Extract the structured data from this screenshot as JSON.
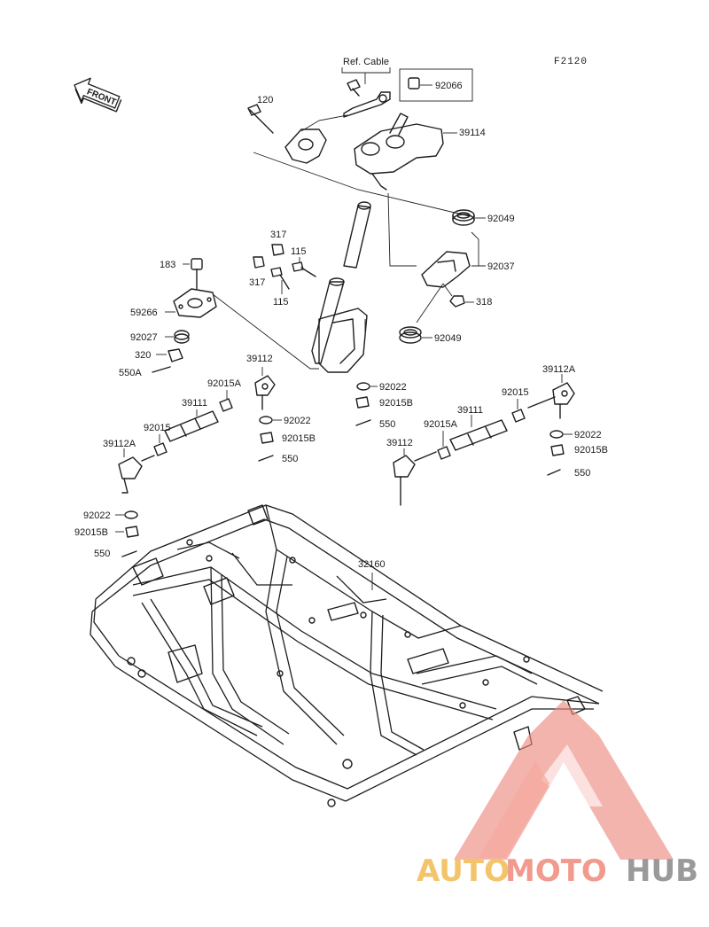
{
  "figure_number": "F2120",
  "front_label": "FRONT",
  "ref_note": "Ref. Cable",
  "parts": [
    {
      "id": "p-92066",
      "text": "92066"
    },
    {
      "id": "p-39114",
      "text": "39114"
    },
    {
      "id": "p-120",
      "text": "120"
    },
    {
      "id": "p-92049a",
      "text": "92049"
    },
    {
      "id": "p-92037",
      "text": "92037"
    },
    {
      "id": "p-318",
      "text": "318"
    },
    {
      "id": "p-92049b",
      "text": "92049"
    },
    {
      "id": "p-317a",
      "text": "317"
    },
    {
      "id": "p-115a",
      "text": "115"
    },
    {
      "id": "p-317b",
      "text": "317"
    },
    {
      "id": "p-115b",
      "text": "115"
    },
    {
      "id": "p-183",
      "text": "183"
    },
    {
      "id": "p-59266",
      "text": "59266"
    },
    {
      "id": "p-92027",
      "text": "92027"
    },
    {
      "id": "p-320",
      "text": "320"
    },
    {
      "id": "p-550a",
      "text": "550A"
    },
    {
      "id": "p-39112a",
      "text": "39112"
    },
    {
      "id": "p-92015a1",
      "text": "92015A"
    },
    {
      "id": "p-39111a",
      "text": "39111"
    },
    {
      "id": "p-92015x",
      "text": "92015"
    },
    {
      "id": "p-39112Aa",
      "text": "39112A"
    },
    {
      "id": "p-92022a",
      "text": "92022"
    },
    {
      "id": "p-92015Ba",
      "text": "92015B"
    },
    {
      "id": "p-550b",
      "text": "550"
    },
    {
      "id": "p-92022b",
      "text": "92022"
    },
    {
      "id": "p-92015Bb",
      "text": "92015B"
    },
    {
      "id": "p-550c",
      "text": "550"
    },
    {
      "id": "p-92022c",
      "text": "92022"
    },
    {
      "id": "p-92015Bc",
      "text": "92015B"
    },
    {
      "id": "p-550d",
      "text": "550"
    },
    {
      "id": "p-39112Ab",
      "text": "39112A"
    },
    {
      "id": "p-92015y",
      "text": "92015"
    },
    {
      "id": "p-39111b",
      "text": "39111"
    },
    {
      "id": "p-92015A2",
      "text": "92015A"
    },
    {
      "id": "p-39112b",
      "text": "39112"
    },
    {
      "id": "p-92022d",
      "text": "92022"
    },
    {
      "id": "p-92015Bd",
      "text": "92015B"
    },
    {
      "id": "p-550e",
      "text": "550"
    },
    {
      "id": "p-32160",
      "text": "32160"
    }
  ],
  "watermark": {
    "part1": "AUTO",
    "part2": "MOTO",
    "part3": "HUB",
    "colors": {
      "auto": "#f4c46a",
      "moto": "#f29a8e",
      "hub": "#9a9a9a",
      "logo": "#ee8a80"
    }
  }
}
